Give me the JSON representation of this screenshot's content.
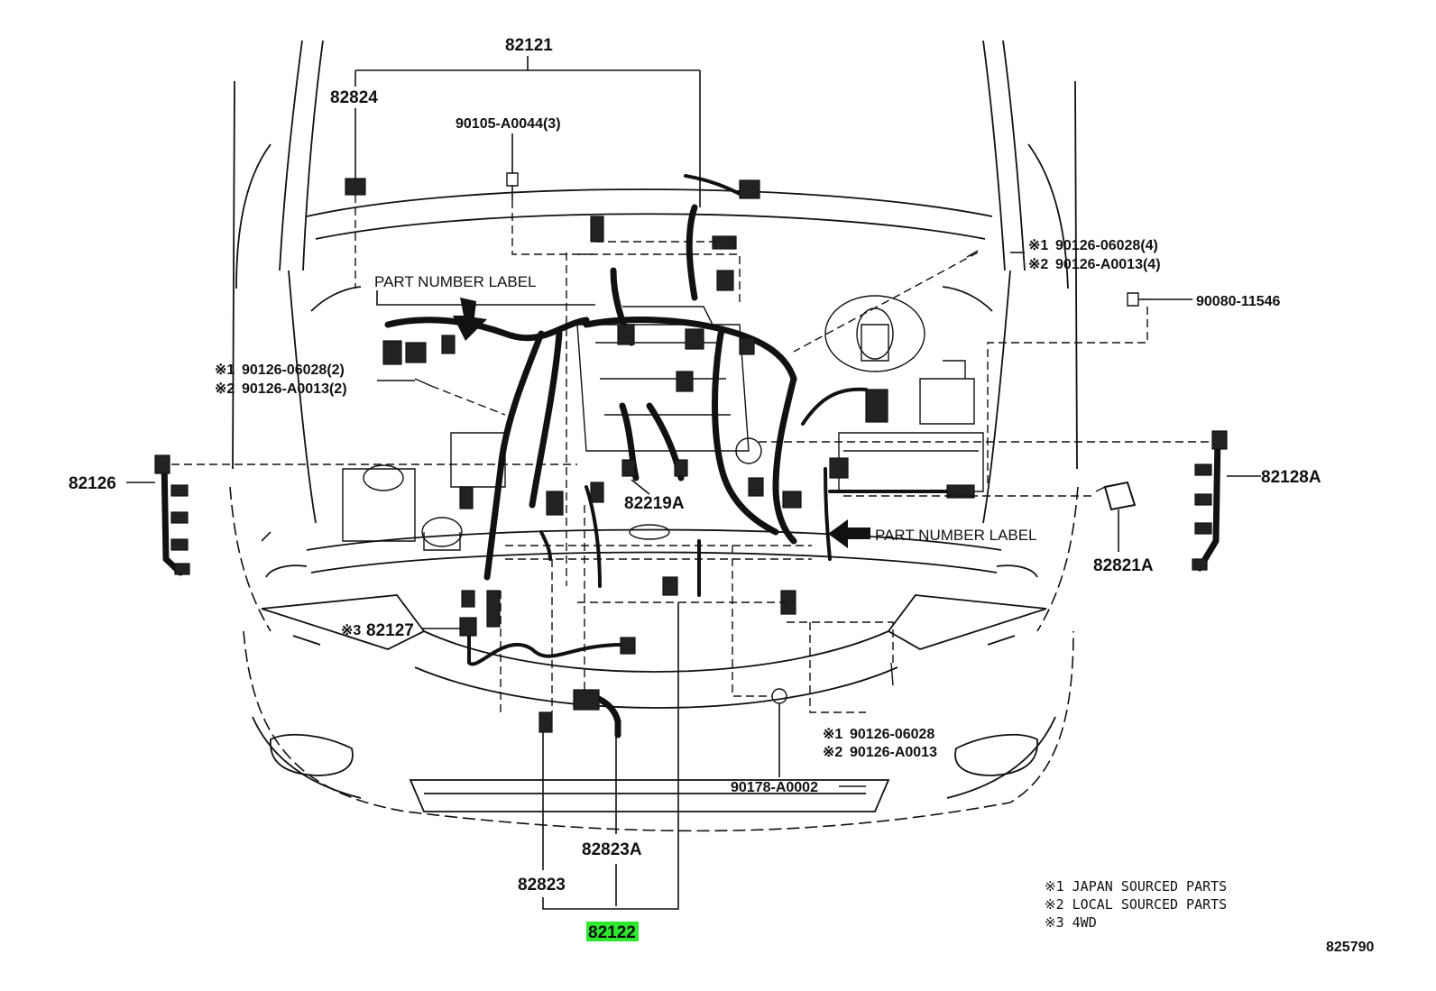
{
  "diagram": {
    "part_labels": {
      "p82121": "82121",
      "p82824": "82824",
      "p90105": "90105-A0044(3)",
      "p82126": "82126",
      "p82128a": "82128A",
      "p82821a": "82821A",
      "p82219a": "82219A",
      "p82127": "82127",
      "p82823": "82823",
      "p82823a": "82823A",
      "p82122": "82122",
      "p90178": "90178-A0002",
      "p90080": "90080-11546"
    },
    "marks": {
      "m1": "※1",
      "m2": "※2",
      "m3": "※3"
    },
    "bolt_groups": {
      "upper_right_1": "90126-06028(4)",
      "upper_right_2": "90126-A0013(4)",
      "left_1": "90126-06028(2)",
      "left_2": "90126-A0013(2)",
      "lower_right_1": "90126-06028",
      "lower_right_2": "90126-A0013"
    },
    "callouts": {
      "part_number_label_top": "PART NUMBER LABEL",
      "part_number_label_right": "PART NUMBER LABEL"
    },
    "legend": {
      "line1": "※1 JAPAN SOURCED PARTS",
      "line2": "※2 LOCAL SOURCED PARTS",
      "line3": "※3 4WD"
    },
    "figure_number": "825790",
    "highlight_color": "#2ee82e",
    "highlighted_part": "82122"
  }
}
